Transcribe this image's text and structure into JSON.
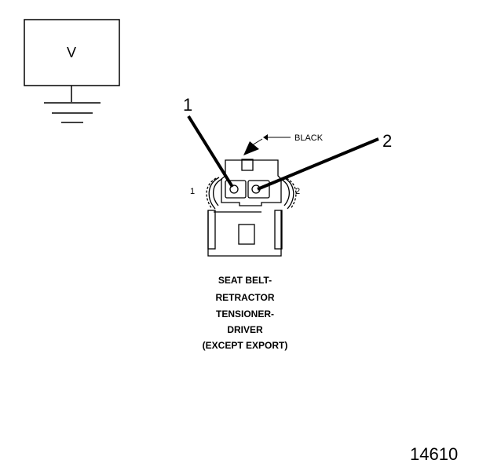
{
  "voltmeter": {
    "label": "V"
  },
  "callouts": {
    "one": "1",
    "two": "2",
    "black": "BLACK"
  },
  "terminals": {
    "left": "1",
    "right": "2"
  },
  "caption": {
    "line1": "SEAT BELT-",
    "line2": "RETRACTOR",
    "line3": "TENSIONER-",
    "line4": "DRIVER",
    "line5": "(EXCEPT EXPORT)"
  },
  "figure_number": "14610",
  "colors": {
    "ink": "#000000",
    "paper": "#ffffff"
  }
}
